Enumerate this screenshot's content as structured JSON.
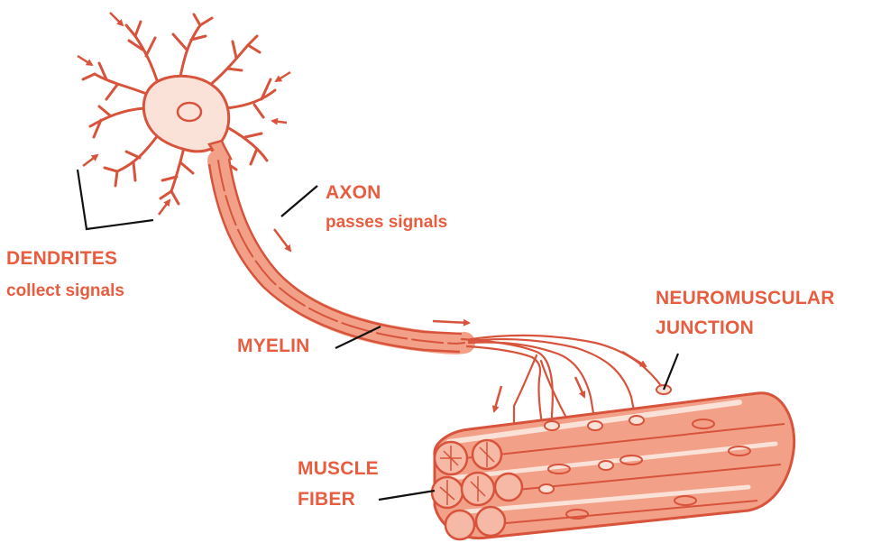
{
  "labels": {
    "axon": {
      "title": "AXON",
      "subtitle": "passes signals"
    },
    "dendrites": {
      "title": "DENDRITES",
      "subtitle": "collect signals"
    },
    "myelin": {
      "title": "MYELIN"
    },
    "neuromuscular_junction": {
      "line1": "NEUROMUSCULAR",
      "line2": "JUNCTION"
    },
    "muscle_fiber": {
      "line1": "MUSCLE",
      "line2": "FIBER"
    }
  },
  "colors": {
    "accent": "#e85d3f",
    "illustration_fill": "#f2a088",
    "illustration_stroke": "#d8533b",
    "leader_line": "#111111",
    "background": "#ffffff"
  },
  "icons": {
    "cell_body": "neuron-cell-body-icon",
    "axon": "axon-icon",
    "muscle": "muscle-fiber-bundle-icon",
    "arrows": "signal-direction-arrow-icon"
  }
}
